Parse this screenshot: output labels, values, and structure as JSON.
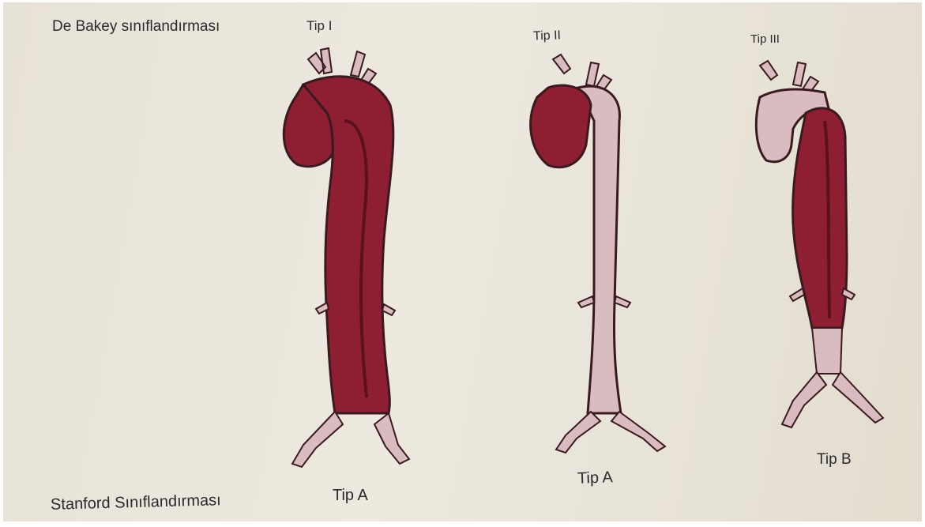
{
  "labels": {
    "debakey_title": "De Bakey sınıflandırması",
    "tip_1": "Tip I",
    "tip_2": "Tip II",
    "tip_3": "Tip III",
    "stanford_title": "Stanford Sınıflandırması",
    "tip_a_1": "Tip A",
    "tip_a_2": "Tip A",
    "tip_b": "Tip B"
  },
  "colors": {
    "dissected": "#8e1f33",
    "dissected_dark": "#5c0f1e",
    "normal_aorta": "#d9bcc0",
    "outline": "#3a1a20",
    "background": "#e9e4d9"
  }
}
